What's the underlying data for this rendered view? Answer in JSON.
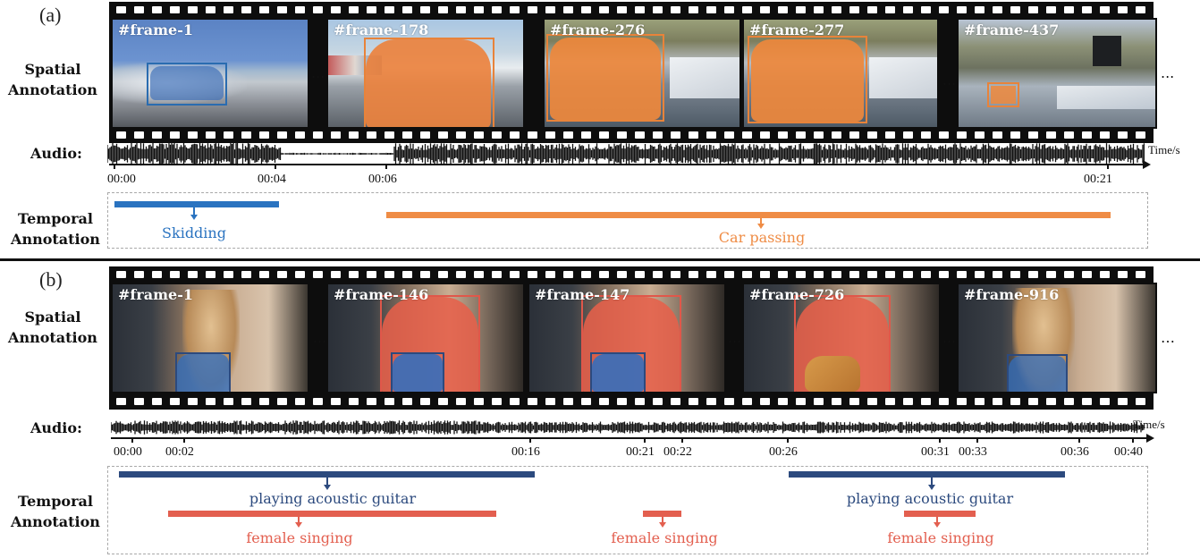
{
  "panels": [
    {
      "tag": "(a)",
      "spatial_label_line1": "Spatial",
      "spatial_label_line2": "Annotation",
      "audio_label": "Audio:",
      "time_unit": "Time/s",
      "temporal_label_line1": "Temporal",
      "temporal_label_line2": "Annotation",
      "frames": [
        {
          "id": "#frame-1"
        },
        {
          "id": "#frame-178"
        },
        {
          "id": "#frame-276"
        },
        {
          "id": "#frame-277"
        },
        {
          "id": "#frame-437"
        }
      ],
      "ellipsis": [
        "...",
        "...",
        "..."
      ],
      "ticks": [
        "00:00",
        "00:04",
        "00:06",
        "00:21"
      ],
      "events": [
        {
          "label": "Skidding",
          "color": "#2a73c0"
        },
        {
          "label": "Car passing",
          "color": "#ef8c45"
        }
      ]
    },
    {
      "tag": "(b)",
      "spatial_label_line1": "Spatial",
      "spatial_label_line2": "Annotation",
      "audio_label": "Audio:",
      "time_unit": "Time/s",
      "temporal_label_line1": "Temporal",
      "temporal_label_line2": "Annotation",
      "frames": [
        {
          "id": "#frame-1"
        },
        {
          "id": "#frame-146"
        },
        {
          "id": "#frame-147"
        },
        {
          "id": "#frame-726"
        },
        {
          "id": "#frame-916"
        }
      ],
      "ellipsis": [
        "...",
        "...",
        "..."
      ],
      "ticks": [
        "00:00",
        "00:02",
        "00:16",
        "00:21",
        "00:22",
        "00:26",
        "00:31",
        "00:33",
        "00:36",
        "00:40"
      ],
      "events": [
        {
          "label": "playing acoustic guitar",
          "color": "#2c4a7e"
        },
        {
          "label": "female singing",
          "color": "#e35f4f"
        },
        {
          "label": "female singing",
          "color": "#e35f4f"
        },
        {
          "label": "playing acoustic guitar",
          "color": "#2c4a7e"
        },
        {
          "label": "female singing",
          "color": "#e35f4f"
        }
      ]
    }
  ]
}
